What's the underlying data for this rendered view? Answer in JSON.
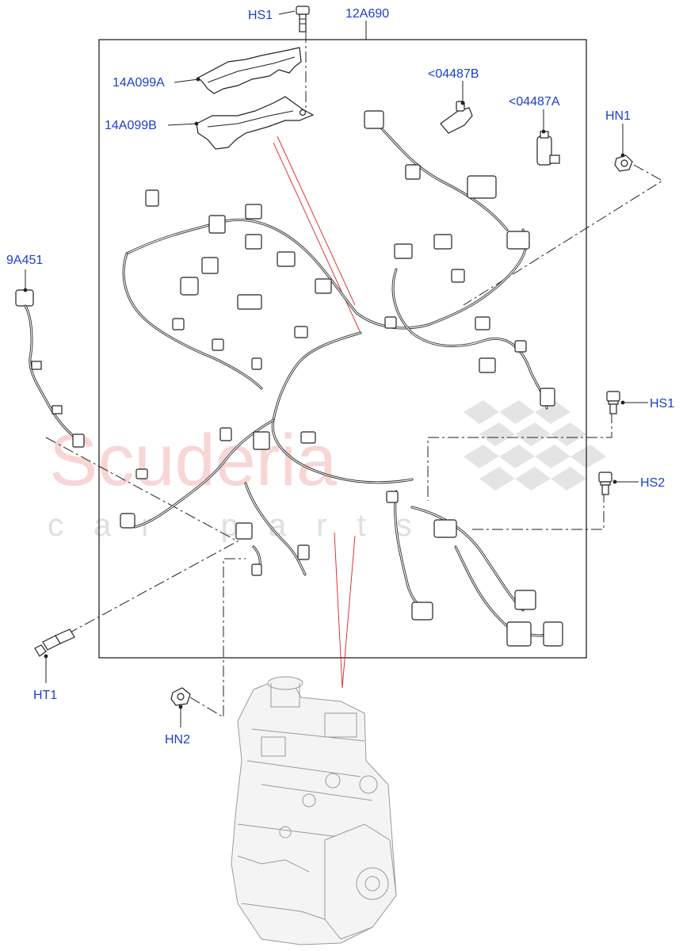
{
  "diagram": {
    "watermark": {
      "brand": "Scuderia",
      "sub": "car parts"
    },
    "callouts": {
      "harness": "12A690",
      "hs1_top": "HS1",
      "bracket_a": "14A099A",
      "bracket_b": "14A099B",
      "sensor_b": "<04487B",
      "sensor_a": "<04487A",
      "hn1": "HN1",
      "sensor_9a451": "9A451",
      "hs1_right": "HS1",
      "hs2": "HS2",
      "ht1": "HT1",
      "hn2": "HN2"
    }
  }
}
